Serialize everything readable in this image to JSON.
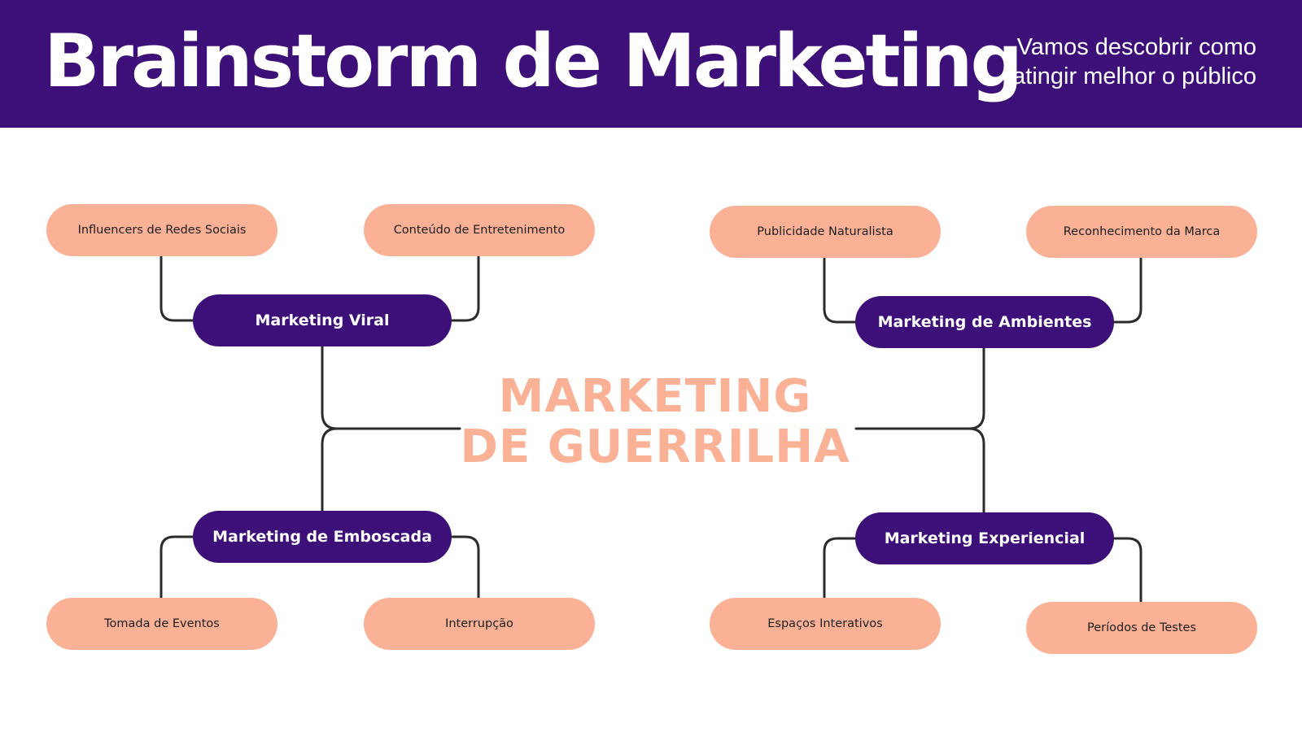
{
  "header": {
    "title": "Brainstorm de Marketing",
    "subtitle_line1": "Vamos descobrir como",
    "subtitle_line2": "atingir melhor o público"
  },
  "center": {
    "line1": "MARKETING",
    "line2": "DE GUERRILHA"
  },
  "branches": {
    "viral": {
      "label": "Marketing Viral",
      "leaves": [
        "Influencers de Redes Sociais",
        "Conteúdo de Entretenimento"
      ]
    },
    "ambientes": {
      "label": "Marketing de Ambientes",
      "leaves": [
        "Publicidade Naturalista",
        "Reconhecimento da Marca"
      ]
    },
    "emboscada": {
      "label": "Marketing de Emboscada",
      "leaves": [
        "Tomada de Eventos",
        "Interrupção"
      ]
    },
    "experiencial": {
      "label": "Marketing Experiencial",
      "leaves": [
        "Espaços Interativos",
        "Períodos de Testes"
      ]
    }
  },
  "colors": {
    "primary": "#3d0f78",
    "accent": "#fbb196",
    "connector": "#2b2b2b"
  }
}
